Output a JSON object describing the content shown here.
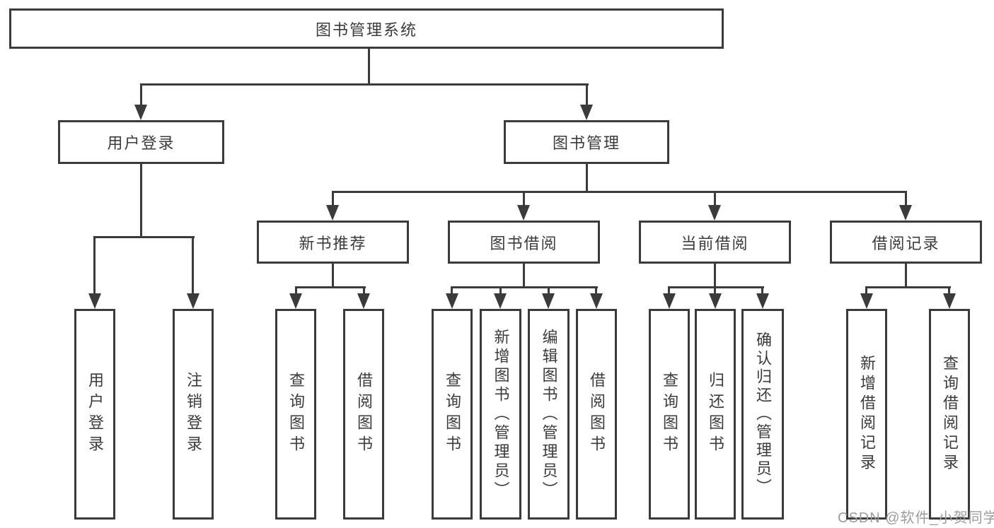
{
  "tree": {
    "label": "图书管理系统",
    "children": [
      {
        "label": "用户登录",
        "children": [
          {
            "label": "用户登录"
          },
          {
            "label": "注销登录"
          }
        ]
      },
      {
        "label": "图书管理",
        "children": [
          {
            "label": "新书推荐",
            "children": [
              {
                "label": "查询图书"
              },
              {
                "label": "借阅图书"
              }
            ]
          },
          {
            "label": "图书借阅",
            "children": [
              {
                "label": "查询图书"
              },
              {
                "label": "新增图书（管理员）"
              },
              {
                "label": "编辑图书（管理员）"
              },
              {
                "label": "借阅图书"
              }
            ]
          },
          {
            "label": "当前借阅",
            "children": [
              {
                "label": "查询图书"
              },
              {
                "label": "归还图书"
              },
              {
                "label": "确认归还（管理员）"
              }
            ]
          },
          {
            "label": "借阅记录",
            "children": [
              {
                "label": "新增借阅记录"
              },
              {
                "label": "查询借阅记录"
              }
            ]
          }
        ]
      }
    ]
  },
  "watermark": {
    "text": "CSDN @软件_小贺同学"
  },
  "colors": {
    "line": "#3b3b3b",
    "text": "#3b3b3b",
    "watermark": "#9c9c9c",
    "background": "#ffffff"
  }
}
